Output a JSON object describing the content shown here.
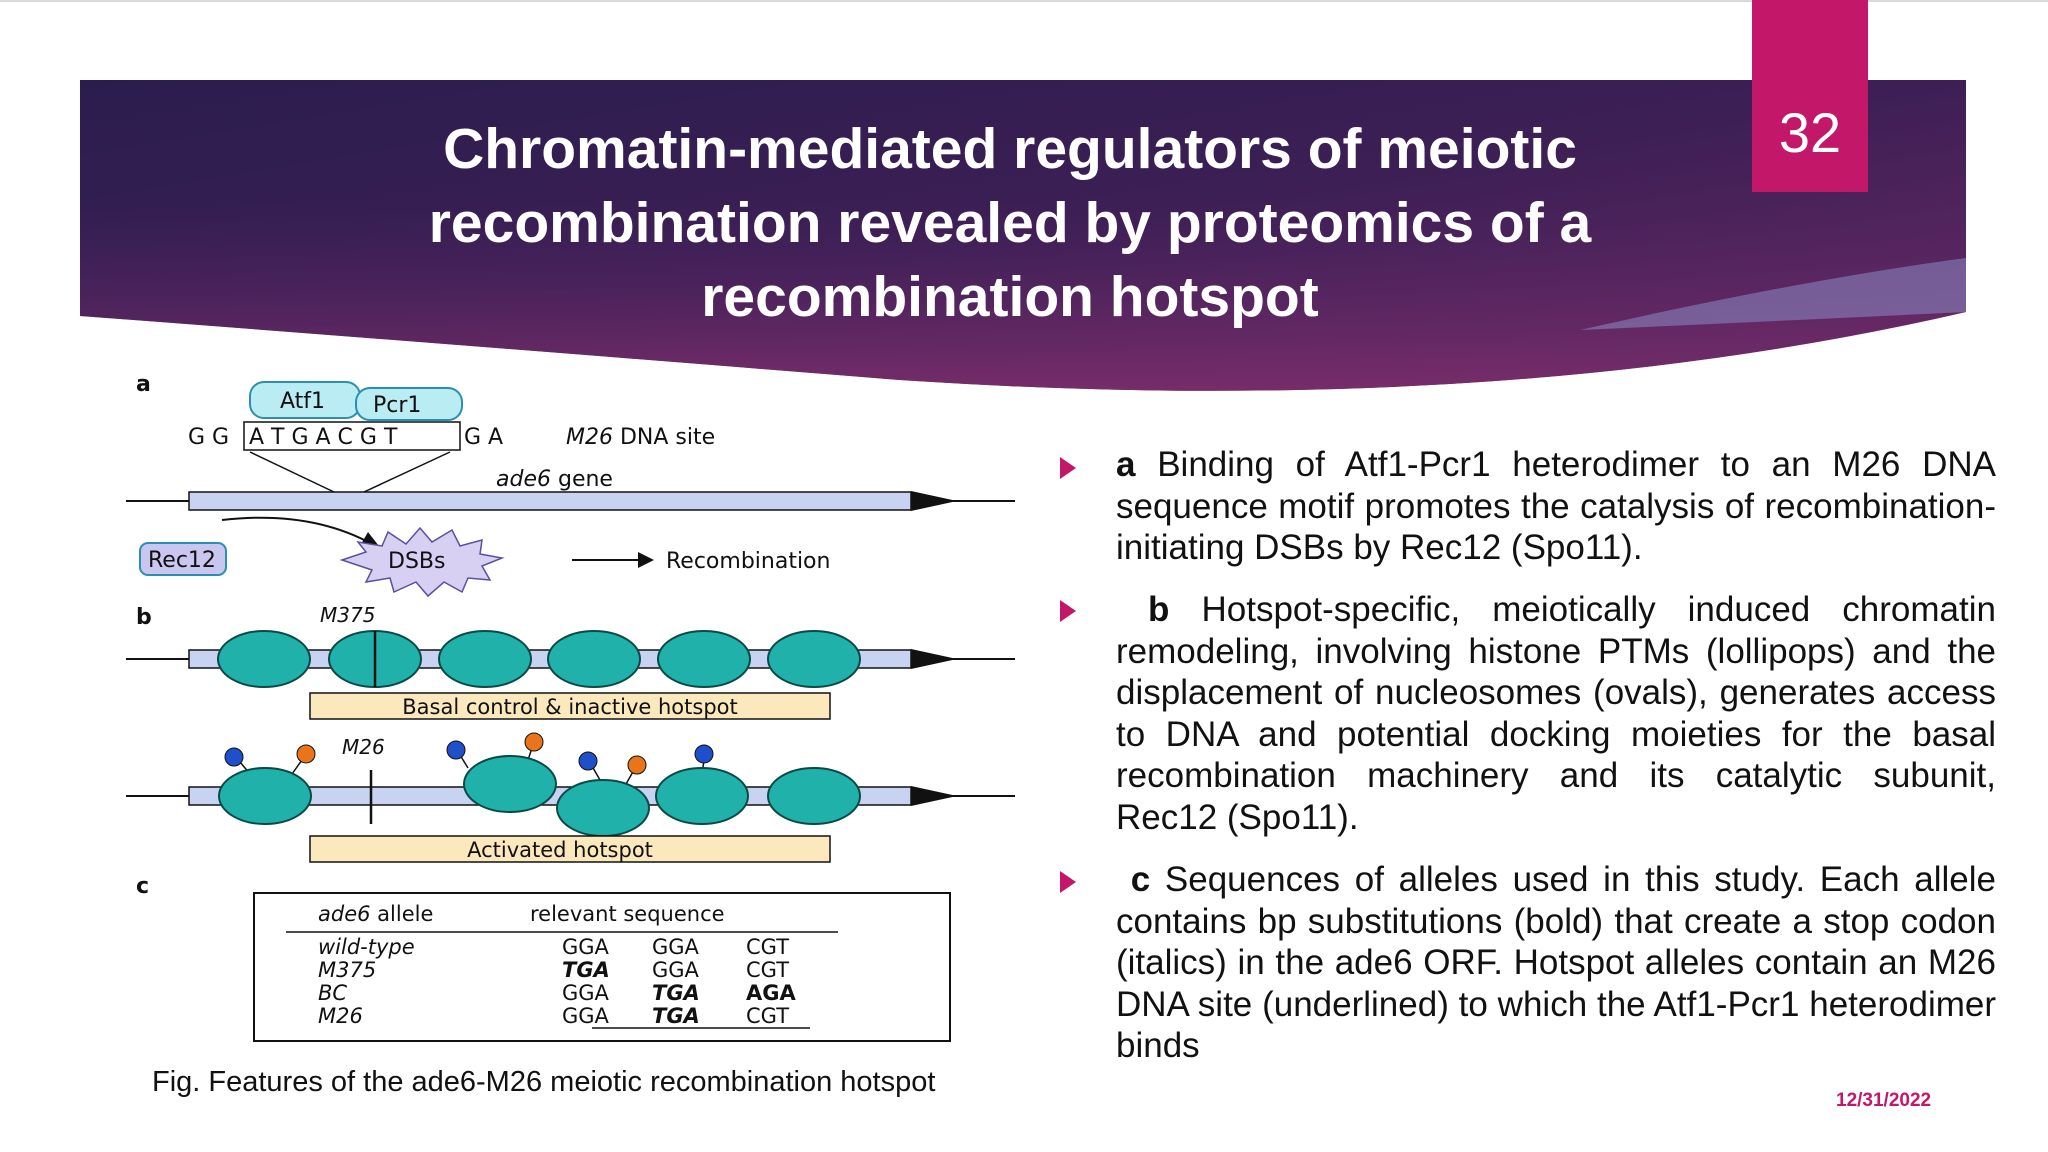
{
  "slide": {
    "title": "Chromatin-mediated regulators of meiotic recombination revealed by proteomics of a recombination hotspot",
    "page_number": "32",
    "date": "12/31/2022",
    "caption": "Fig. Features of the ade6-M26 meiotic recombination hotspot"
  },
  "colors": {
    "banner_dark": "#2a1d4d",
    "banner_mid": "#6a2a66",
    "accent_magenta": "#c3176a",
    "nucleosome_teal": "#20b2aa",
    "gene_bar": "#c7d3f0",
    "histone_blue": "#1f4fc9",
    "histone_orange": "#e8741c",
    "label_box": "#fbe8bd"
  },
  "bullets": [
    {
      "label": "a",
      "text": "Binding of Atf1-Pcr1 heterodimer to an M26 DNA sequence motif promotes the catalysis of recombination-initiating DSBs by Rec12 (Spo11)."
    },
    {
      "label": "b",
      "text": "Hotspot-specific, meiotically induced chromatin remodeling, involving histone PTMs (lollipops) and the displacement of nucleosomes (ovals), generates access to DNA and potential docking moieties for the basal recombination machinery and its catalytic subunit, Rec12 (Spo11)."
    },
    {
      "label": "c",
      "text": "Sequences of alleles used in this study. Each allele contains bp substitutions (bold) that create a stop codon (italics) in the ade6 ORF. Hotspot alleles contain an M26 DNA site (underlined) to which the Atf1-Pcr1 heterodimer binds"
    }
  ],
  "figure": {
    "panel_a": {
      "label": "a",
      "atf1": "Atf1",
      "pcr1": "Pcr1",
      "seq_left": "G G",
      "seq_box": "A T G A C G T",
      "seq_right": "G A",
      "site_label_italic": "M26",
      "site_label_rest": " DNA site",
      "gene_label_italic": "ade6",
      "gene_label_rest": " gene",
      "rec12": "Rec12",
      "dsbs": "DSBs",
      "recombination": "Recombination"
    },
    "panel_b": {
      "label": "b",
      "m375": "M375",
      "m26": "M26",
      "basal_box": "Basal control & inactive hotspot",
      "activated_box": "Activated hotspot"
    },
    "panel_c": {
      "label": "c",
      "header_allele_italic": "ade6",
      "header_allele_rest": " allele",
      "header_seq": "relevant sequence",
      "rows": [
        {
          "allele": "wild-type",
          "c1": "GGA",
          "c2": "GGA",
          "c3": "CGT"
        },
        {
          "allele": "M375",
          "c1": "TGA",
          "c2": "GGA",
          "c3": "CGT"
        },
        {
          "allele": "BC",
          "c1": "GGA",
          "c2": "TGA",
          "c3": "AGA"
        },
        {
          "allele": "M26",
          "c1": "GGA",
          "c2": "TGA",
          "c3": "CGT"
        }
      ]
    }
  }
}
